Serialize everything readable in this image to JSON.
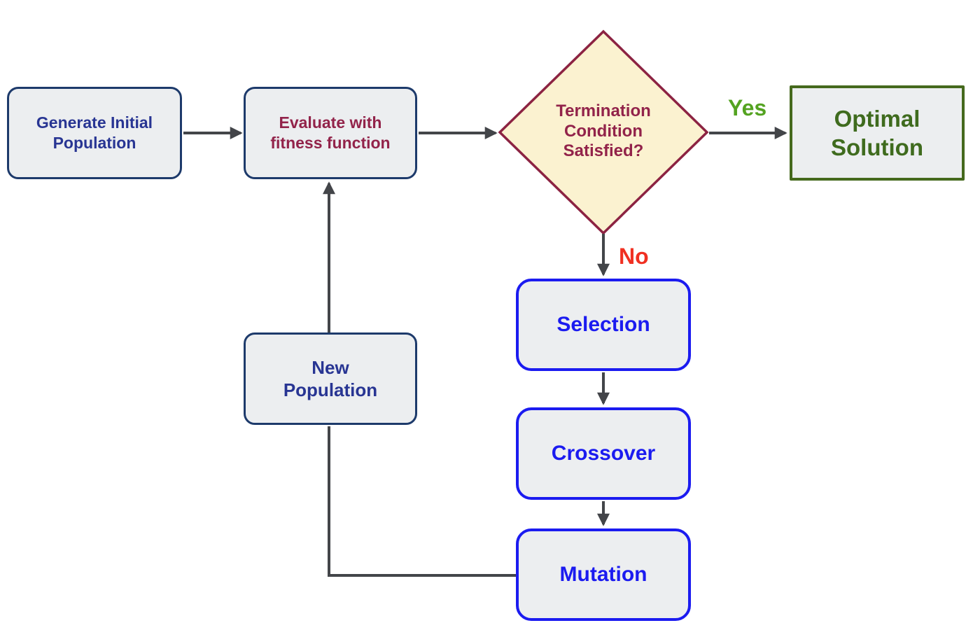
{
  "colors": {
    "navy": "#1d3a6b",
    "navy-text": "#283593",
    "maroon": "#8c2342",
    "maroon-text": "#92234a",
    "cream": "#fbf2d0",
    "green-border": "#45691d",
    "green-text": "#3f6b1e",
    "yes-green": "#54a321",
    "no-red": "#f03022",
    "blue": "#1b1bf0",
    "box-fill": "#eceef0",
    "arrow": "#434549"
  },
  "nodes": {
    "generate": {
      "label": "Generate Initial\nPopulation"
    },
    "evaluate": {
      "label": "Evaluate with\nfitness function"
    },
    "termination": {
      "label": "Termination\nCondition\nSatisfied?"
    },
    "optimal": {
      "label": "Optimal\nSolution"
    },
    "selection": {
      "label": "Selection"
    },
    "crossover": {
      "label": "Crossover"
    },
    "mutation": {
      "label": "Mutation"
    },
    "new_population": {
      "label": "New\nPopulation"
    }
  },
  "edge_labels": {
    "yes": "Yes",
    "no": "No"
  }
}
